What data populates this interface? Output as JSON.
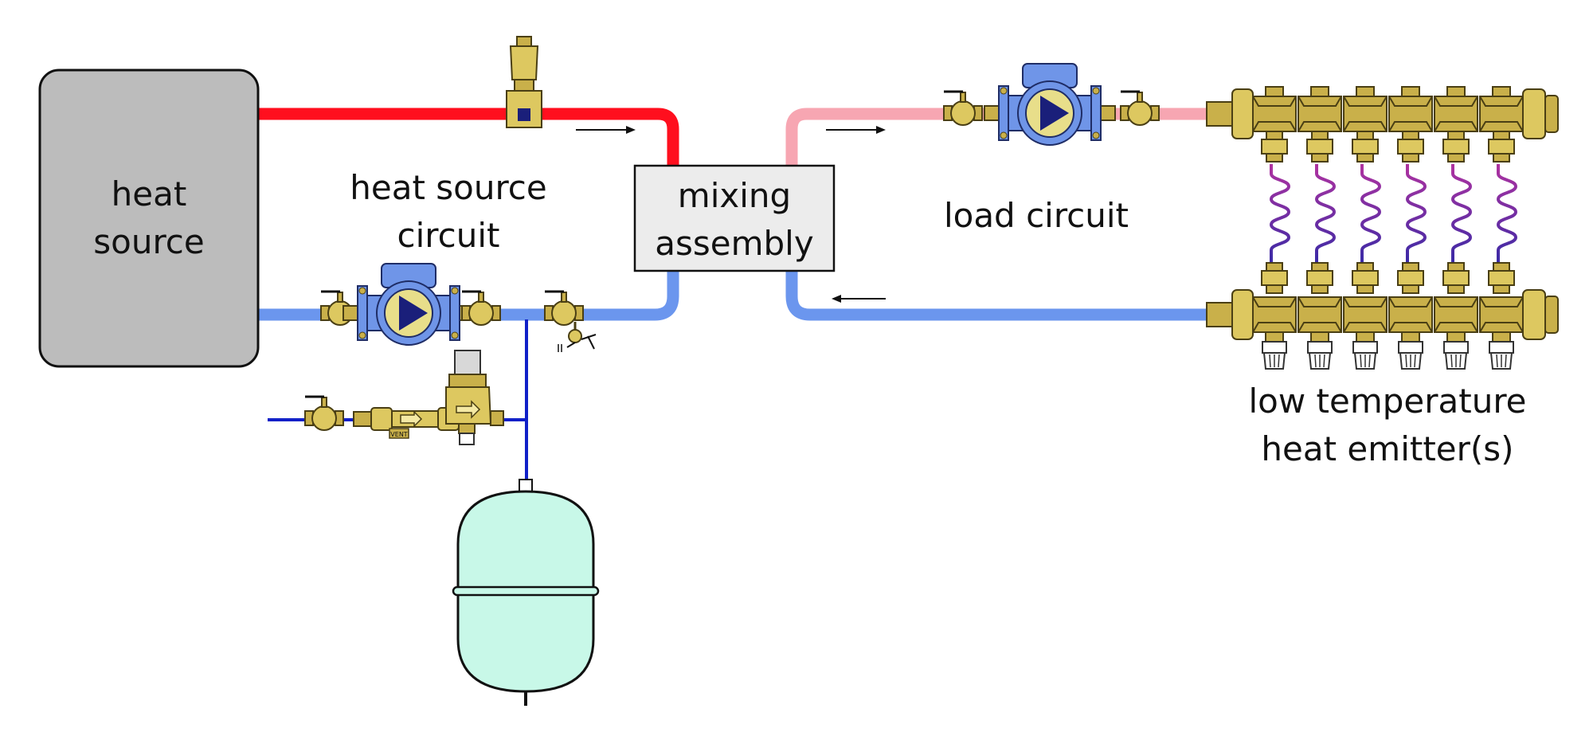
{
  "labels": {
    "heat_source_line1": "heat",
    "heat_source_line2": "source",
    "heat_source_circuit_line1": "heat source",
    "heat_source_circuit_line2": "circuit",
    "mixing_line1": "mixing",
    "mixing_line2": "assembly",
    "load_circuit": "load circuit",
    "emitter_line1": "low temperature",
    "emitter_line2": "heat emitter(s)",
    "vent_tag": "VENT"
  },
  "colors": {
    "hot_supply": "#ff0f1e",
    "mixed_supply": "#f7a6b2",
    "return": "#6b96ee",
    "cold_fill": "#1020c8",
    "heat_source_box": "#bcbcbc",
    "mixing_box": "#ececec",
    "expansion_tank": "#c8f8e8",
    "brass": "#c9b04a",
    "pump": "#6f95e8",
    "emitter_tubing_top": "#b032a0",
    "emitter_tubing_bottom": "#3a2aa6"
  },
  "components": {
    "emitter_loop_count": 6,
    "icons": [
      "air-vent-icon",
      "pump-icon",
      "isolation-valve-icon",
      "pressure-relief-valve-icon",
      "pressure-reducing-valve-icon",
      "expansion-tank-icon",
      "manifold-icon",
      "flow-arrow-icon"
    ]
  }
}
